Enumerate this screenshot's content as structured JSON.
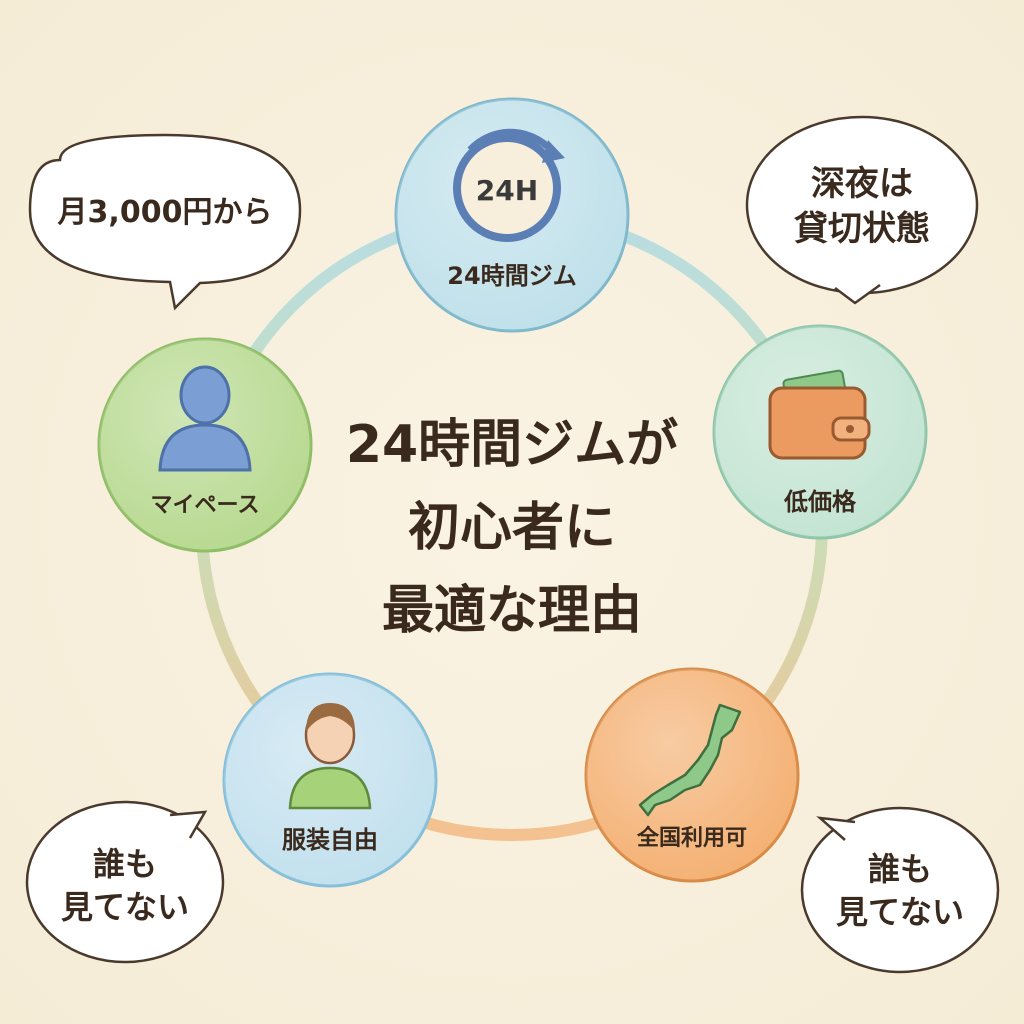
{
  "title": {
    "line1": "24時間ジムが",
    "line2": "初心者に",
    "line3": "最適な理由"
  },
  "nodes": {
    "top": {
      "label": "24時間ジム",
      "icon": "clock-24h-icon",
      "icon_text": "24H",
      "color": "#bfe0ea"
    },
    "right": {
      "label": "低価格",
      "icon": "wallet-icon",
      "color": "#c3e4d2"
    },
    "bottom_right": {
      "label": "全国利用可",
      "icon": "japan-map-icon",
      "color": "#f4b072"
    },
    "bottom_left": {
      "label": "服装自由",
      "icon": "person-icon",
      "color": "#c2e0ee"
    },
    "left": {
      "label": "マイペース",
      "icon": "user-silhouette-icon",
      "color": "#b7d98f"
    }
  },
  "bubbles": {
    "top_left": {
      "text": "月3,000円から"
    },
    "top_right": {
      "line1": "深夜は",
      "line2": "貸切状態"
    },
    "bottom_left": {
      "line1": "誰も",
      "line2": "見てない"
    },
    "bottom_right": {
      "line1": "誰も",
      "line2": "見てない"
    }
  },
  "colors": {
    "background": "#f7efdc",
    "text": "#3a2a1e"
  }
}
